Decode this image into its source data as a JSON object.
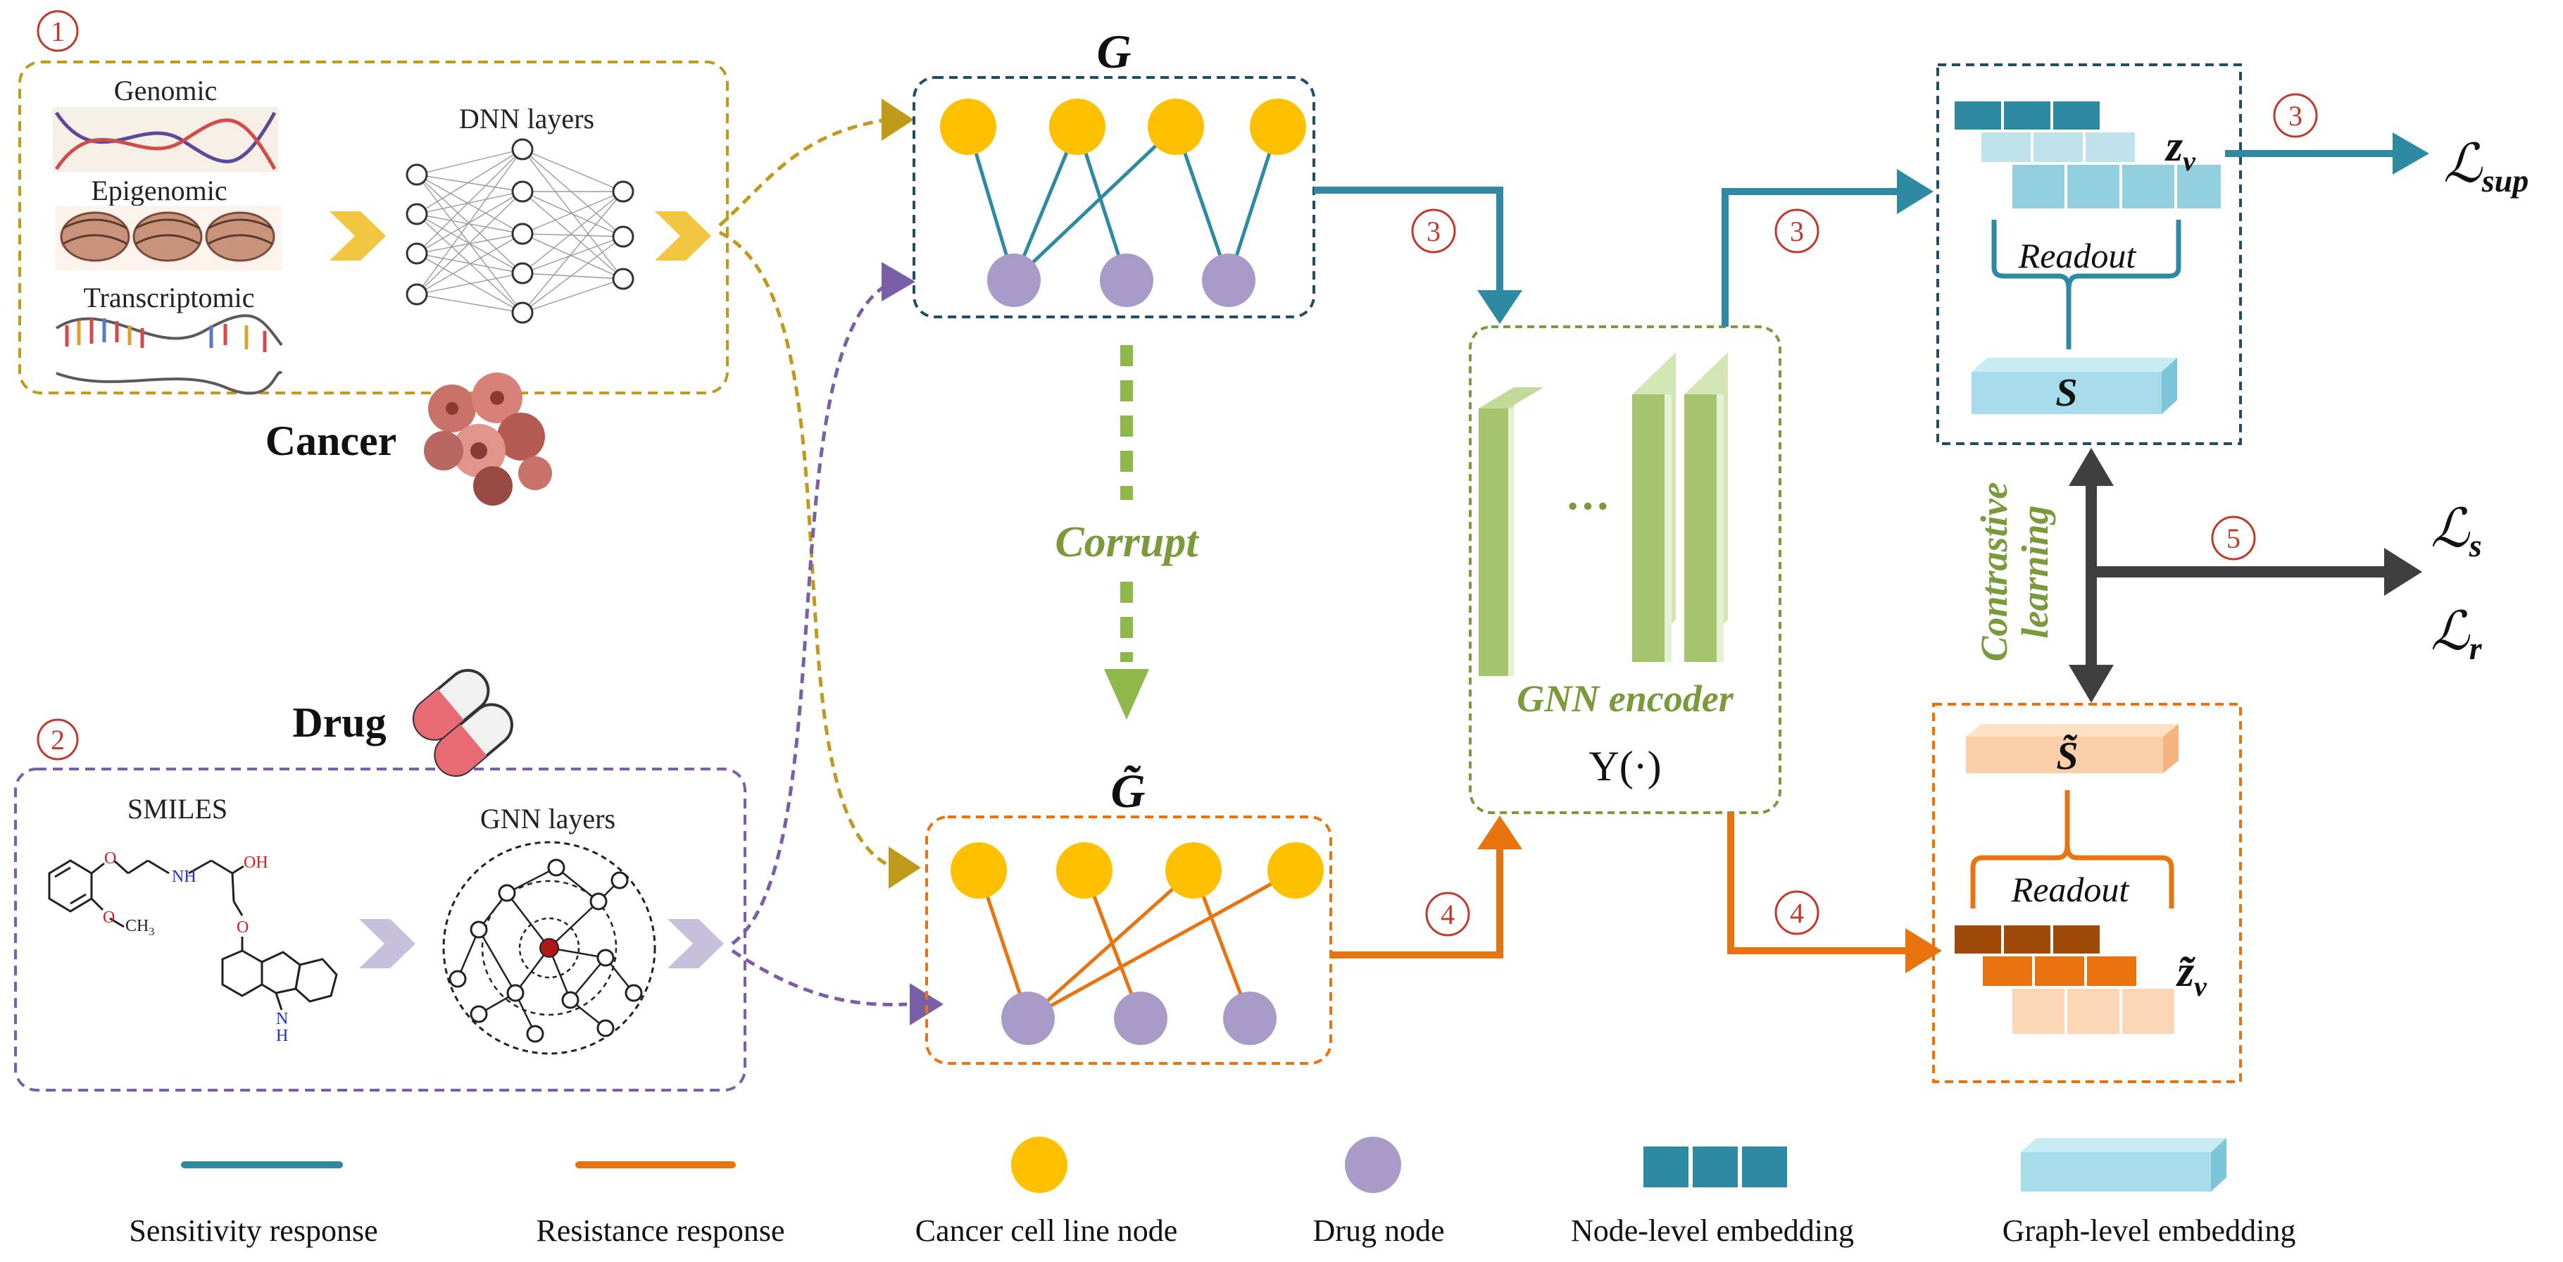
{
  "steps": {
    "s1": "1",
    "s2": "2",
    "s3": "3",
    "s4": "4",
    "s5": "5"
  },
  "cancer": {
    "omics": [
      "Genomic",
      "Epigenomic",
      "Transcriptomic"
    ],
    "dnn_label": "DNN layers",
    "label": "Cancer"
  },
  "drug": {
    "label": "Drug",
    "smiles_label": "SMILES",
    "gnn_label": "GNN layers",
    "atoms": {
      "nh": "NH",
      "oh": "OH",
      "o1": "O",
      "o2": "O",
      "o3": "O",
      "ch3": "CH",
      "ch3_sub": "3",
      "n": "N",
      "h": "H"
    }
  },
  "graph": {
    "g_label": "G",
    "gt_label": "G̃",
    "corrupt_label": "Corrupt"
  },
  "encoder": {
    "label": "GNN encoder",
    "func": "Υ(·)",
    "dots": "···"
  },
  "embeddings": {
    "zv": "z",
    "zv_sub": "v",
    "zv_tilde": "z̃",
    "zv_tilde_sub": "v",
    "readout_top": "Readout",
    "readout_bottom": "Readout",
    "s": "S",
    "s_tilde": "S̃"
  },
  "losses": {
    "sup": "ℒ",
    "sup_sub": "sup",
    "s": "ℒ",
    "s_sub": "s",
    "r": "ℒ",
    "r_sub": "r"
  },
  "contrastive": {
    "line1": "Contrastive",
    "line2": "learning"
  },
  "legend": [
    {
      "key": "sensitivity",
      "label": "Sensitivity response"
    },
    {
      "key": "resistance",
      "label": "Resistance response"
    },
    {
      "key": "cancer_node",
      "label": "Cancer cell line  node"
    },
    {
      "key": "drug_node",
      "label": "Drug node"
    },
    {
      "key": "node_emb",
      "label": "Node-level embedding"
    },
    {
      "key": "graph_emb",
      "label": "Graph-level embedding"
    }
  ],
  "colors": {
    "teal": "#2e8aa3",
    "orange": "#e9740f",
    "yellow": "#ffc000",
    "purple": "#a99bc8",
    "green": "#7a9a3c",
    "dark": "#3f3f3f",
    "gold": "#c09a1a",
    "violet": "#7a5fa8",
    "red": "#c0392b"
  }
}
